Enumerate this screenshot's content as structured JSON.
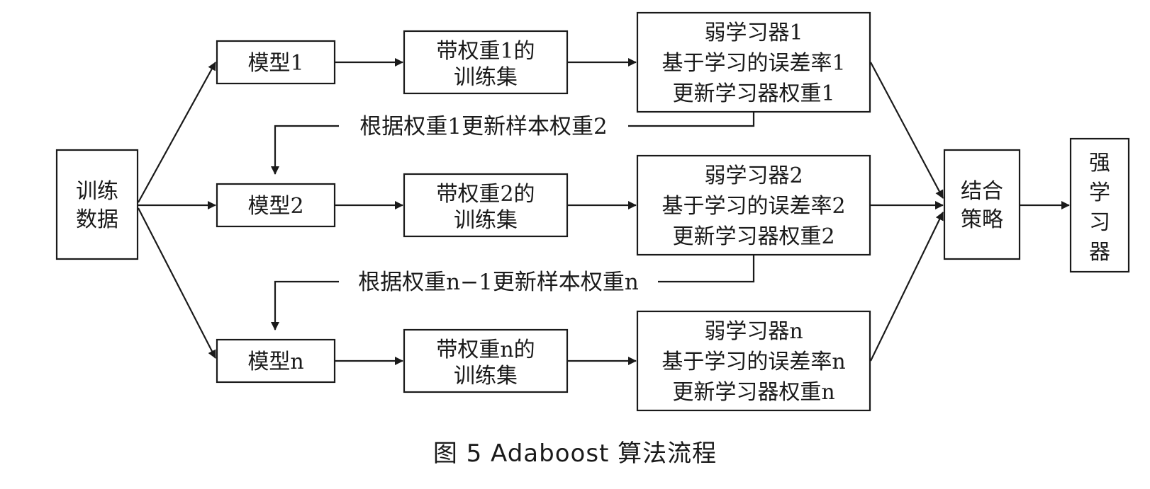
{
  "input": {
    "line1": "训练",
    "line2": "数据"
  },
  "rows": [
    {
      "model": "模型1",
      "training_set": {
        "line1": "带权重1的",
        "line2": "训练集"
      },
      "learner": {
        "line1": "弱学习器1",
        "line2": "基于学习的误差率1",
        "line3": "更新学习器权重1"
      }
    },
    {
      "model": "模型2",
      "training_set": {
        "line1": "带权重2的",
        "line2": "训练集"
      },
      "learner": {
        "line1": "弱学习器2",
        "line2": "基于学习的误差率2",
        "line3": "更新学习器权重2"
      }
    },
    {
      "model": "模型n",
      "training_set": {
        "line1": "带权重n的",
        "line2": "训练集"
      },
      "learner": {
        "line1": "弱学习器n",
        "line2": "基于学习的误差率n",
        "line3": "更新学习器权重n"
      }
    }
  ],
  "feedback": [
    {
      "label": "根据权重1更新样本权重2"
    },
    {
      "label": "根据权重n−1更新样本权重n"
    }
  ],
  "combine": {
    "line1": "结合",
    "line2": "策略"
  },
  "output": {
    "chars": [
      "强",
      "学",
      "习",
      "器"
    ]
  },
  "caption": "图 5   Adaboost 算法流程"
}
